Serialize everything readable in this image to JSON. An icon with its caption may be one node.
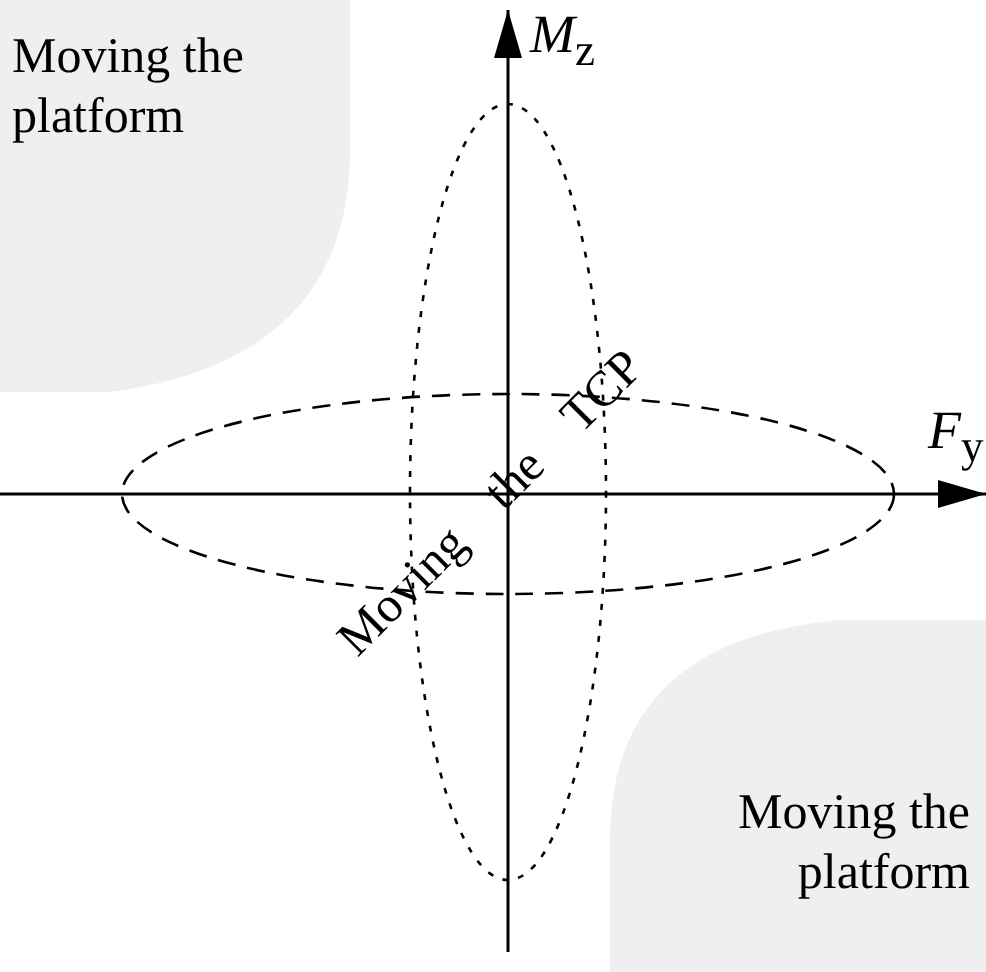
{
  "diagram": {
    "nodes": [
      {
        "text": [
          "Moving the platform"
        ]
      },
      {
        "text": [
          "Moving the platform"
        ]
      }
    ],
    "labels": [
      "*M*$_{z}$",
      "*F*$_{y}$",
      "Moving the TCP"
    ]
  }
}
